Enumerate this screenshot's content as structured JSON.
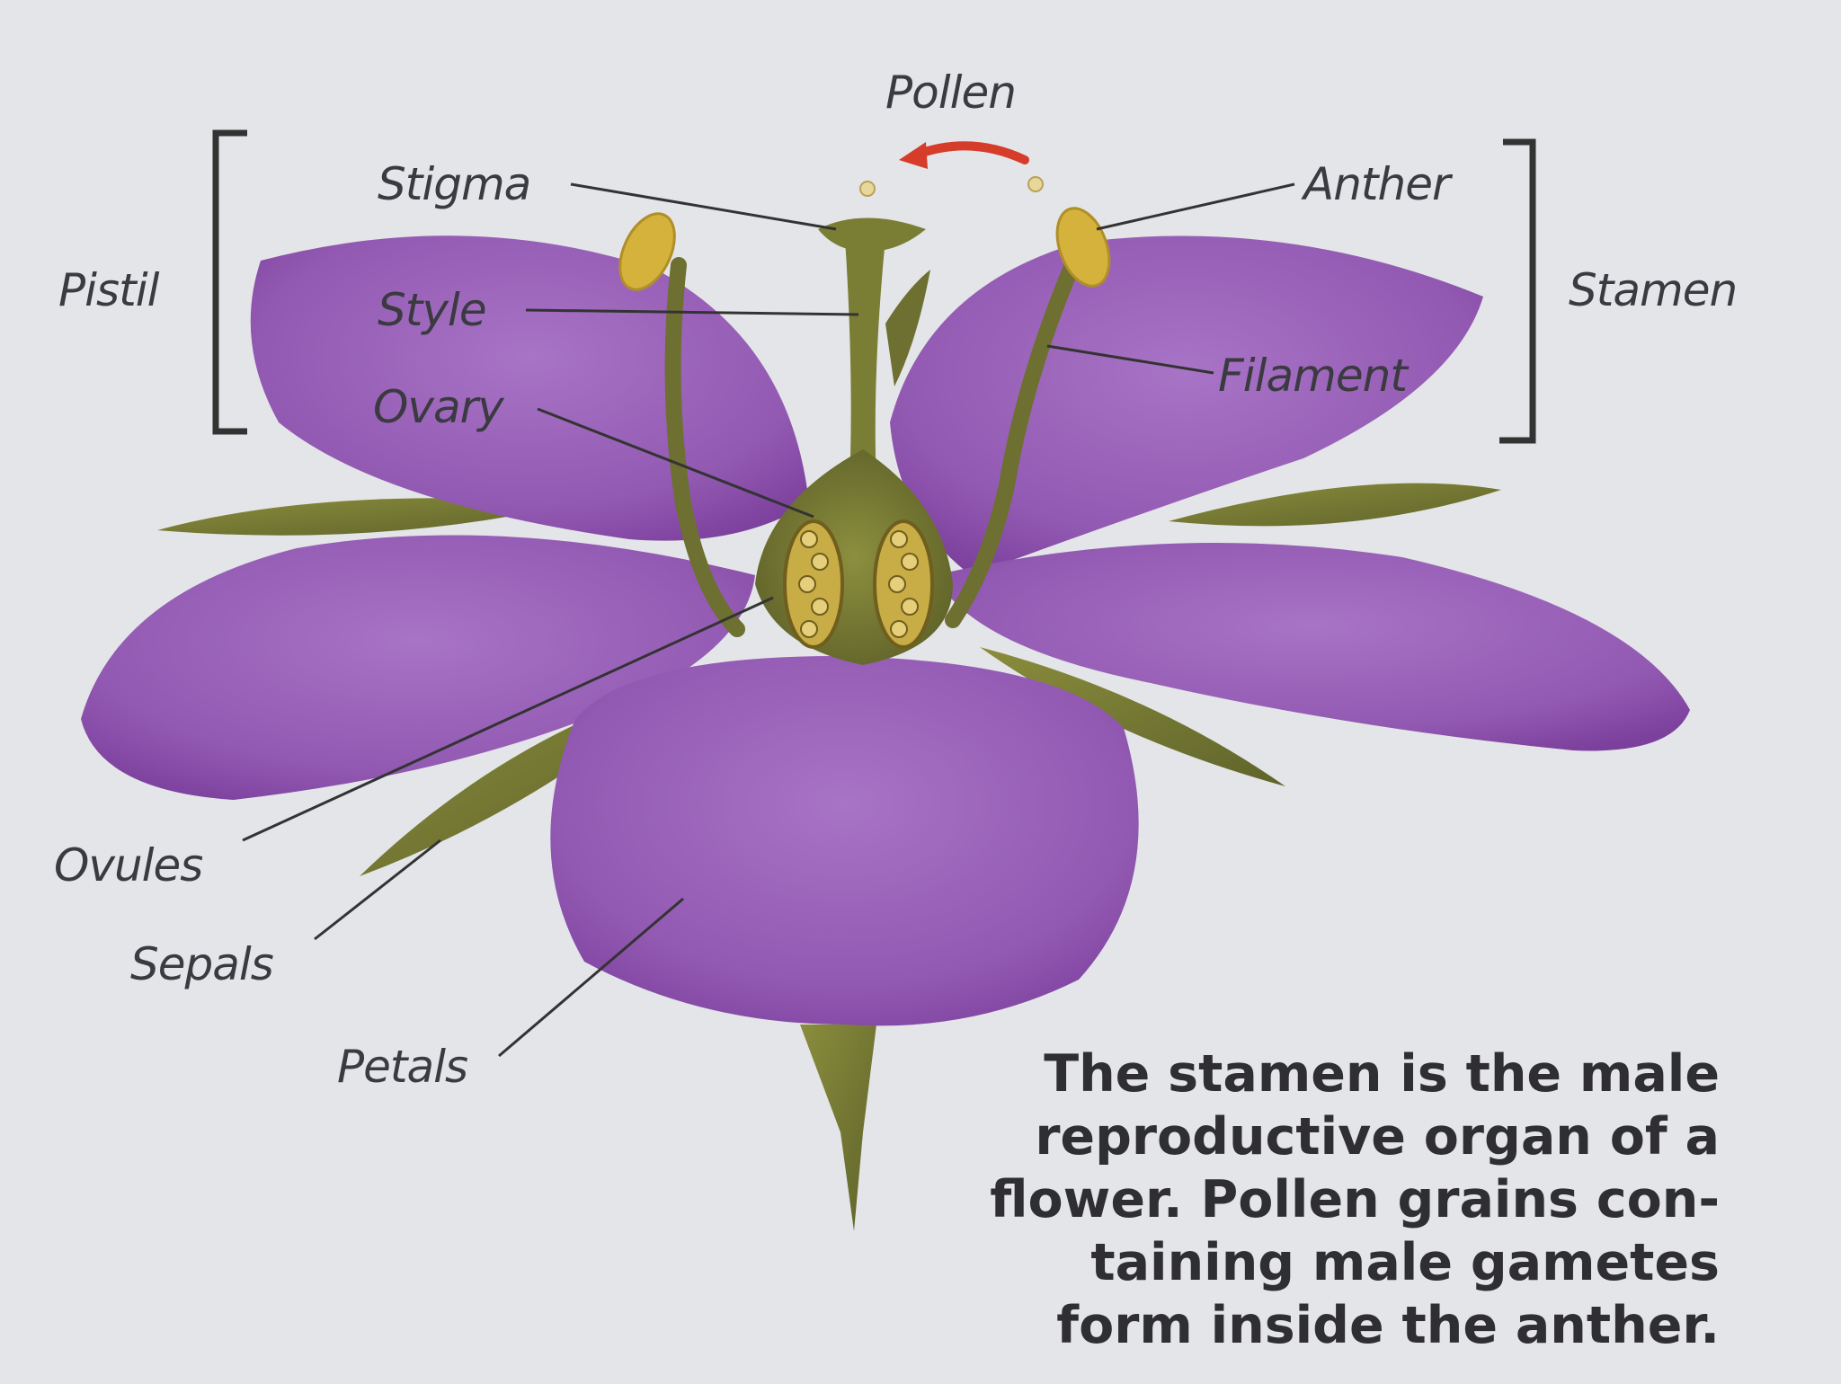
{
  "labels": {
    "pollen": "Pollen",
    "stigma": "Stigma",
    "anther": "Anther",
    "pistil": "Pistil",
    "style": "Style",
    "stamen": "Stamen",
    "ovary": "Ovary",
    "filament": "Filament",
    "ovules": "Ovules",
    "sepals": "Sepals",
    "petals": "Petals"
  },
  "caption": {
    "lines": [
      "The stamen is the male",
      "reproductive organ of a",
      "flower. Pollen grains con-",
      "taining male gametes",
      "form inside the anther."
    ]
  },
  "colors": {
    "background": "#e4e5e8",
    "petal": "#9a63b8",
    "sepal": "#7b7f33",
    "anther": "#d4b23c",
    "arrow": "#d63c2a"
  }
}
